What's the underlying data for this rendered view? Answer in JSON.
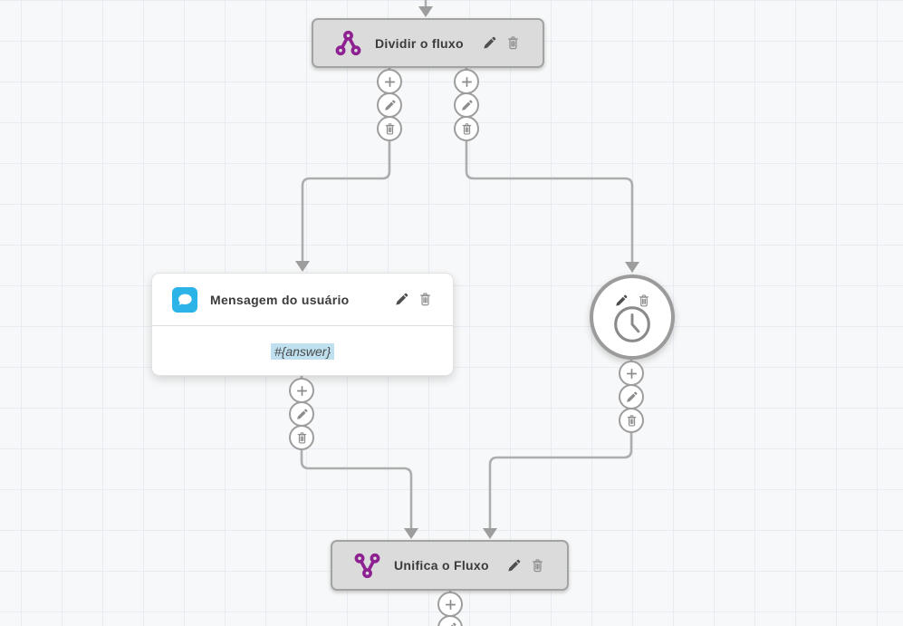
{
  "canvas": {
    "name": "chatbot-flow-builder"
  },
  "nodes": {
    "split": {
      "title": "Dividir o fluxo",
      "icon": "split-branch-icon"
    },
    "user_message": {
      "title": "Mensagem do usuário",
      "icon": "chat-bubble-icon",
      "body_variable": "#{answer}"
    },
    "timer": {
      "icon": "clock-icon"
    },
    "merge": {
      "title": "Unifica o Fluxo",
      "icon": "merge-branch-icon"
    }
  },
  "edge_actions": {
    "add": "plus-icon",
    "edit": "pencil-icon",
    "delete": "trash-icon"
  },
  "colors": {
    "background": "#f7f8f9",
    "grid_line": "#e8ecf2",
    "edge": "#adadad",
    "arrow": "#9d9d9d",
    "node_gray": "#dbdbdb",
    "node_border": "#a3a3a3",
    "accent_purple": "#8e2191",
    "accent_blue": "#2cb3e8",
    "variable_highlight": "#bfe0ef"
  }
}
